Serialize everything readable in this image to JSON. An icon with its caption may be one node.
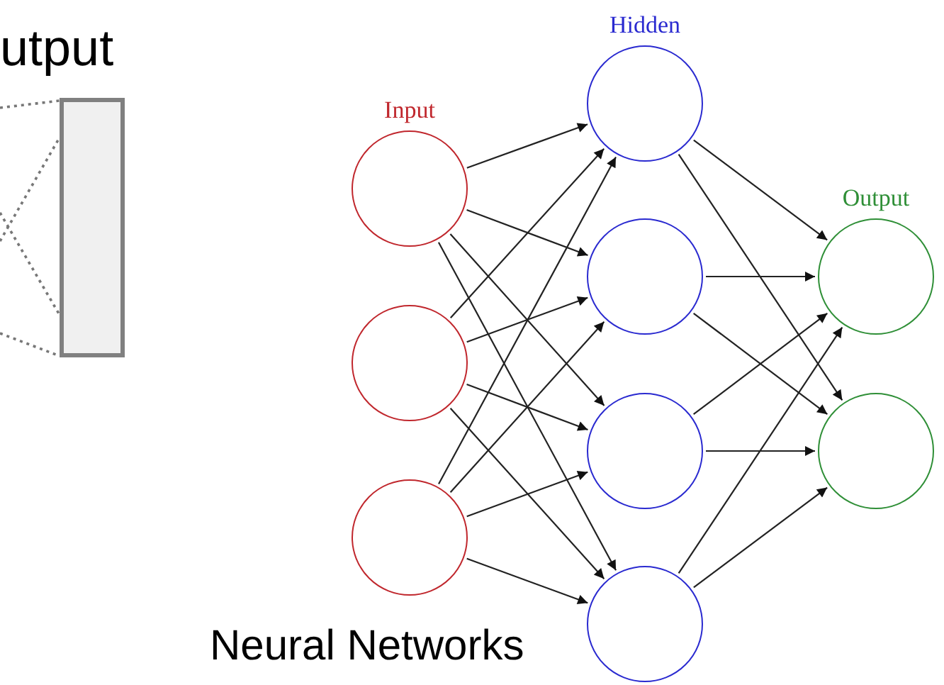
{
  "diagram": {
    "title": "Neural Networks",
    "nodes": [
      {
        "text": [
          "utput"
        ]
      },
      {
        "text": [
          "Input"
        ]
      },
      {
        "text": [],
        "shape": "circle"
      },
      {
        "text": [],
        "shape": "circle"
      },
      {
        "text": [
          "Hidden"
        ]
      },
      {
        "text": [],
        "shape": "circle"
      },
      {
        "text": [],
        "shape": "circle"
      },
      {
        "text": [],
        "shape": "circle"
      },
      {
        "text": [
          "Output"
        ]
      },
      {
        "text": [],
        "shape": "circle"
      }
    ],
    "edges": [
      {
        "from": null,
        "to": 0,
        "arrow": "none",
        "style": "dashed"
      },
      {
        "from": null,
        "to": 0,
        "arrow": "none",
        "style": "dashed"
      },
      {
        "from": null,
        "to": 0,
        "arrow": "none",
        "style": "dashed"
      },
      {
        "from": null,
        "to": 0,
        "arrow": "none",
        "style": "dashed"
      },
      {
        "from": 1,
        "to": 4,
        "arrow": "to"
      },
      {
        "from": 1,
        "to": 5,
        "arrow": "to"
      },
      {
        "from": 1,
        "to": 6,
        "arrow": "to"
      },
      {
        "from": 1,
        "to": 7,
        "arrow": "to"
      },
      {
        "from": 2,
        "to": 4,
        "arrow": "to"
      },
      {
        "from": 2,
        "to": 5,
        "arrow": "to"
      },
      {
        "from": 2,
        "to": 6,
        "arrow": "to"
      },
      {
        "from": 2,
        "to": 7,
        "arrow": "to"
      },
      {
        "from": 3,
        "to": 4,
        "arrow": "to"
      },
      {
        "from": 3,
        "to": 5,
        "arrow": "to"
      },
      {
        "from": 3,
        "to": 6,
        "arrow": "to"
      },
      {
        "from": 3,
        "to": 7,
        "arrow": "to"
      },
      {
        "from": 4,
        "to": 8,
        "arrow": "to"
      },
      {
        "from": 4,
        "to": 9,
        "arrow": "to"
      },
      {
        "from": 5,
        "to": 8,
        "arrow": "to"
      },
      {
        "from": 5,
        "to": 9,
        "arrow": "to"
      },
      {
        "from": 6,
        "to": 8,
        "arrow": "to"
      },
      {
        "from": 6,
        "to": 9,
        "arrow": "to"
      },
      {
        "from": 7,
        "to": 8,
        "arrow": "to"
      },
      {
        "from": 7,
        "to": 9,
        "arrow": "to"
      }
    ]
  }
}
